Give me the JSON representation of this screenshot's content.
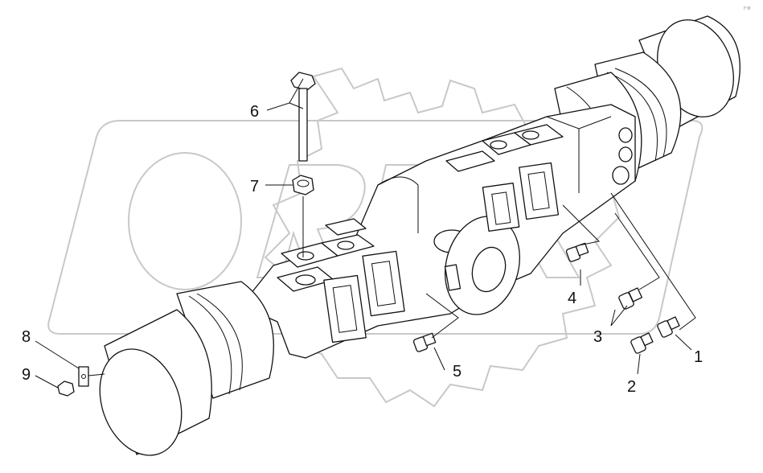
{
  "watermark_text": "OREX",
  "corner_mark": "r-o",
  "callouts": [
    {
      "id": "c1",
      "label": "1"
    },
    {
      "id": "c2",
      "label": "2"
    },
    {
      "id": "c3",
      "label": "3"
    },
    {
      "id": "c4",
      "label": "4"
    },
    {
      "id": "c5",
      "label": "5"
    },
    {
      "id": "c6",
      "label": "6"
    },
    {
      "id": "c7",
      "label": "7"
    },
    {
      "id": "c8",
      "label": "8"
    },
    {
      "id": "c9",
      "label": "9"
    }
  ],
  "colors": {
    "line": "#111111",
    "watermark": "#c8c8c8",
    "background": "#ffffff"
  }
}
